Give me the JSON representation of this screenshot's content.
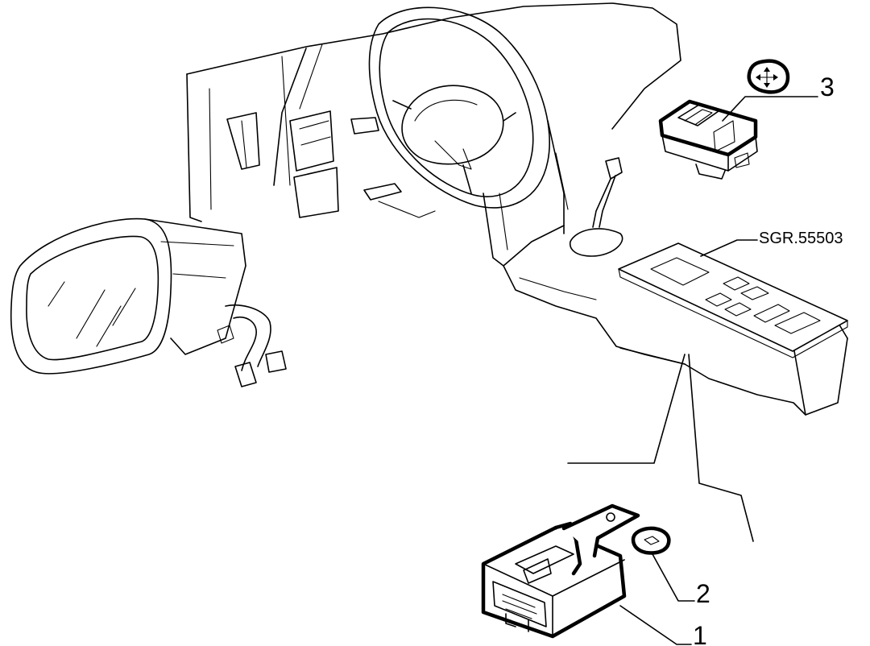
{
  "diagram": {
    "reference_code": "SGR.55503",
    "callouts": [
      {
        "id": "1",
        "label": "1",
        "part": "control-unit"
      },
      {
        "id": "2",
        "label": "2",
        "part": "nut"
      },
      {
        "id": "3",
        "label": "3",
        "part": "mirror-adjust-switch"
      }
    ],
    "icons": [
      "four-way-arrows-icon"
    ],
    "colors": {
      "ink": "#000000",
      "paper": "#ffffff"
    }
  }
}
